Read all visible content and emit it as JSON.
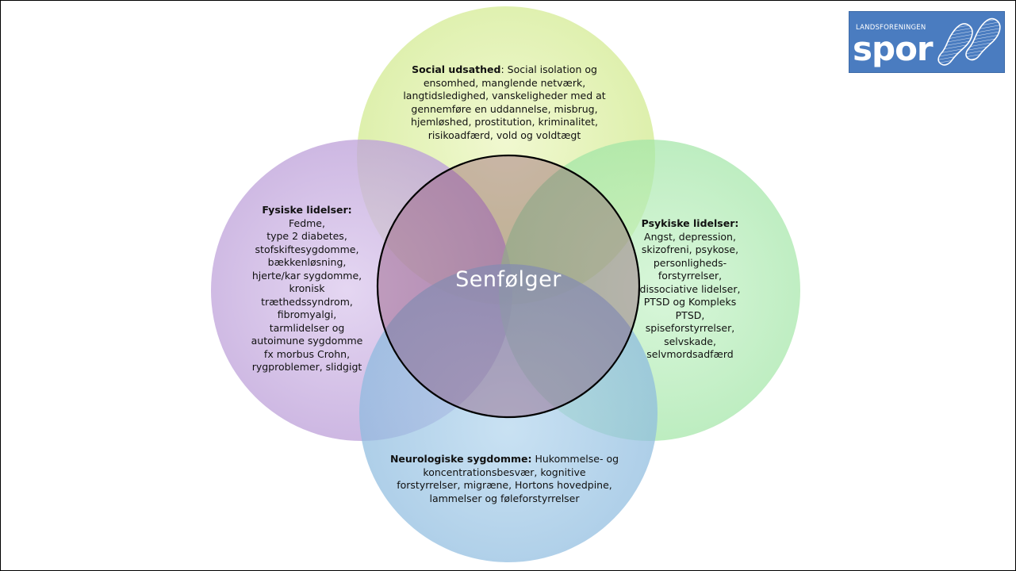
{
  "diagram": {
    "center_label": "Senfølger",
    "circles": {
      "top": {
        "heading": "Social udsathed",
        "lines": [
          ": Social isolation og",
          "ensomhed, manglende netværk,",
          "langtidsledighed, vanskeligheder med at",
          "gennemføre en uddannelse, misbrug,",
          "hjemløshed, prostitution, kriminalitet,",
          "risikoadfærd, vold og voldtægt"
        ],
        "color": "#d8eda4"
      },
      "left": {
        "heading": "Fysiske lidelser:",
        "lines": [
          "Fedme,",
          "type 2 diabetes,",
          "stofskiftesygdomme,",
          "bækkenløsning,",
          "hjerte/kar sygdomme,",
          "kronisk",
          "træthedssyndrom,",
          "fibromyalgi,",
          "tarmlidelser og",
          "autoimune sygdomme",
          "fx morbus Crohn,",
          "rygproblemer, slidgigt"
        ],
        "color": "#c3a6dc"
      },
      "right": {
        "heading": "Psykiske lidelser:",
        "lines": [
          "Angst, depression,",
          "skizofreni, psykose,",
          "personligheds-",
          "forstyrrelser,",
          "dissociative lidelser,",
          "PTSD og Kompleks",
          "PTSD,",
          "spiseforstyrrelser,",
          "selvskade,",
          "selvmordsadfærd"
        ],
        "color": "#a9e9ad"
      },
      "bottom": {
        "heading": "Neurologiske sygdomme:",
        "lines_first": " Hukommelse- og",
        "lines": [
          "koncentrationsbesvær, kognitive",
          "forstyrrelser, migræne, Hortons hovedpine,",
          "lammelser og føleforstyrrelser"
        ],
        "color": "#93bfe0"
      }
    }
  },
  "logo": {
    "small_text": "LANDSFORENINGEN",
    "big_text": "spor",
    "background": "#4a7cc0"
  }
}
